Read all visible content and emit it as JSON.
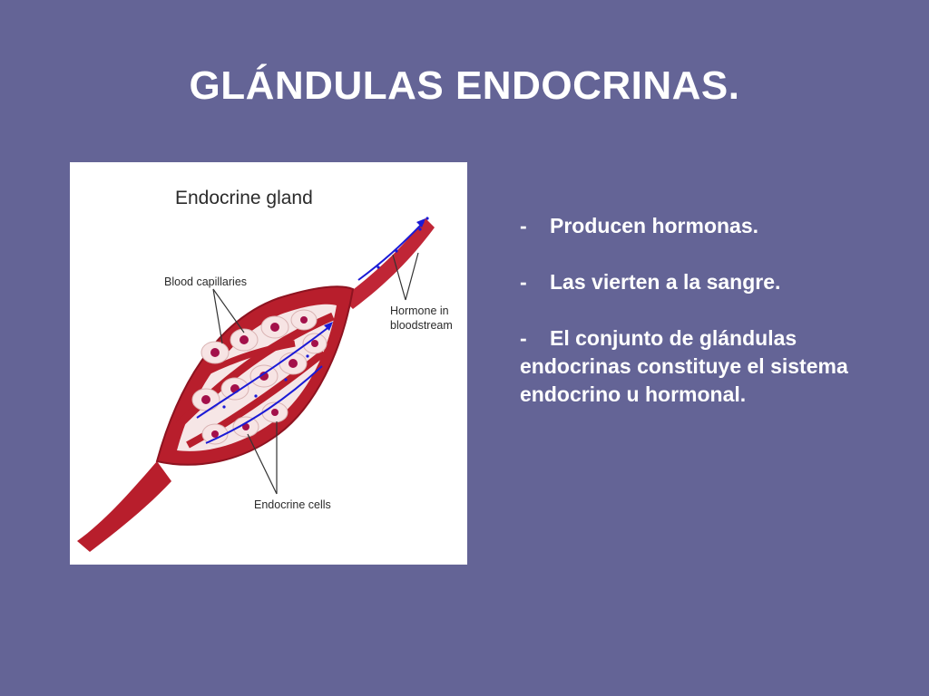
{
  "slide": {
    "title": "GLÁNDULAS ENDOCRINAS."
  },
  "figure": {
    "title": "Endocrine  gland",
    "labels": {
      "capillaries": "Blood capillaries",
      "hormone_line1": "Hormone in",
      "hormone_line2": "bloodstream",
      "cells": "Endocrine  cells"
    },
    "colors": {
      "vessel": "#b81e2c",
      "vessel_dark": "#8e1320",
      "cell": "#f7e4e4",
      "nucleus": "#a3104a",
      "hormone": "#1a1ad6"
    }
  },
  "bullets": [
    {
      "dash": "-",
      "text": "Producen hormonas."
    },
    {
      "dash": "-",
      "text": "Las vierten a la sangre."
    },
    {
      "dash": "-",
      "text": "El conjunto de glándulas endocrinas constituye el sistema endocrino u hormonal."
    }
  ]
}
